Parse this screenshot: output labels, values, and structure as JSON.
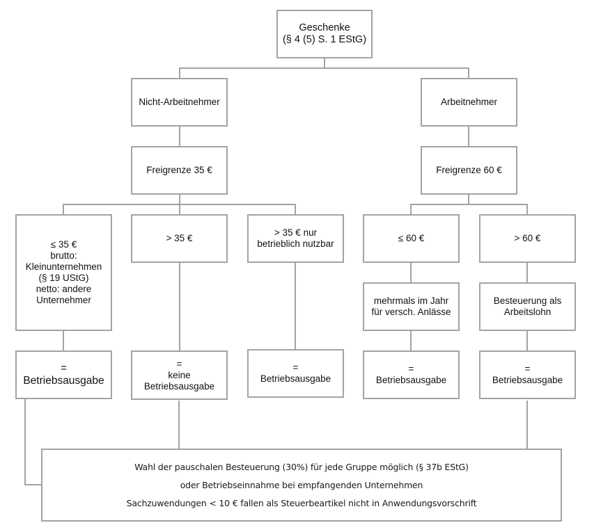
{
  "diagram": {
    "root": {
      "label": "Geschenke\n(§ 4 (5) S. 1 EStG)"
    },
    "branches": [
      {
        "label": "Nicht-Arbeitnehmer",
        "threshold": "Freigrenze 35 €",
        "cases": [
          {
            "condition": "≤ 35 €\nbrutto:\nKleinunternehmen\n(§ 19 UStG)\nnetto: andere\nUnternehmer",
            "result": "=\nBetriebsausgabe"
          },
          {
            "condition": "> 35 €",
            "result": "=\nkeine\nBetriebsausgabe"
          },
          {
            "condition": "> 35 € nur\nbetrieblich nutzbar",
            "result": "=\nBetriebsausgabe"
          }
        ]
      },
      {
        "label": "Arbeitnehmer",
        "threshold": "Freigrenze 60 €",
        "cases": [
          {
            "condition": "≤ 60 €",
            "detail": "mehrmals im Jahr\nfür versch. Anlässe",
            "result": "=\nBetriebsausgabe"
          },
          {
            "condition": "> 60 €",
            "detail": "Besteuerung als\nArbeitslohn",
            "result": "=\nBetriebsausgabe"
          }
        ]
      }
    ],
    "note": {
      "lines": [
        "Wahl der pauschalen Besteuerung (30%) für jede Gruppe möglich (§ 37b EStG)",
        "oder Betriebseinnahme bei empfangenden Unternehmen",
        "Sachzuwendungen < 10 € fallen als Steuerbeartikel nicht in Anwendungsvorschrift"
      ]
    },
    "colors": {
      "border": "#a3a3a3",
      "connector": "#a3a3a3",
      "text": "#111111",
      "background": "#ffffff"
    }
  }
}
